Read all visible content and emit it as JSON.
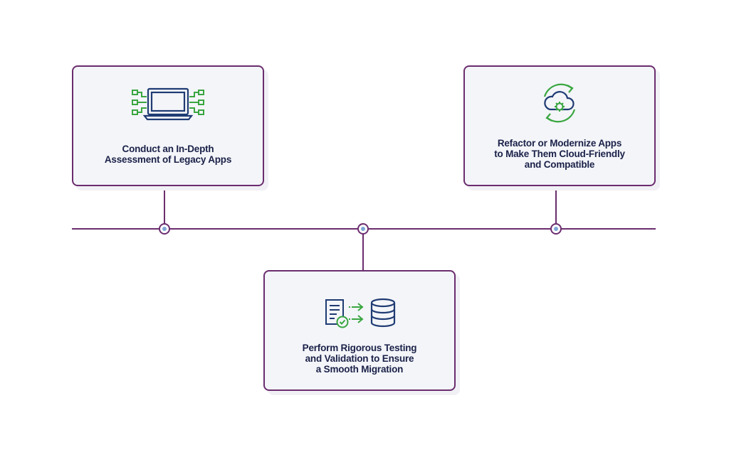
{
  "steps": [
    {
      "lines": [
        "Conduct an In-Depth",
        "Assessment of Legacy Apps"
      ],
      "icon": "laptop-network-icon"
    },
    {
      "lines": [
        "Perform Rigorous Testing",
        "and Validation to Ensure",
        "a Smooth Migration"
      ],
      "icon": "document-to-database-icon"
    },
    {
      "lines": [
        "Refactor or Modernize Apps",
        "to Make Them Cloud-Friendly",
        "and Compatible"
      ],
      "icon": "cloud-sync-icon"
    }
  ],
  "colors": {
    "accent": "#6b2d6e",
    "card_bg": "#f3f5f9",
    "icon_navy": "#1f3b73",
    "icon_green": "#3aa640",
    "node_fill": "#7fa7d6",
    "text": "#1b2148"
  }
}
